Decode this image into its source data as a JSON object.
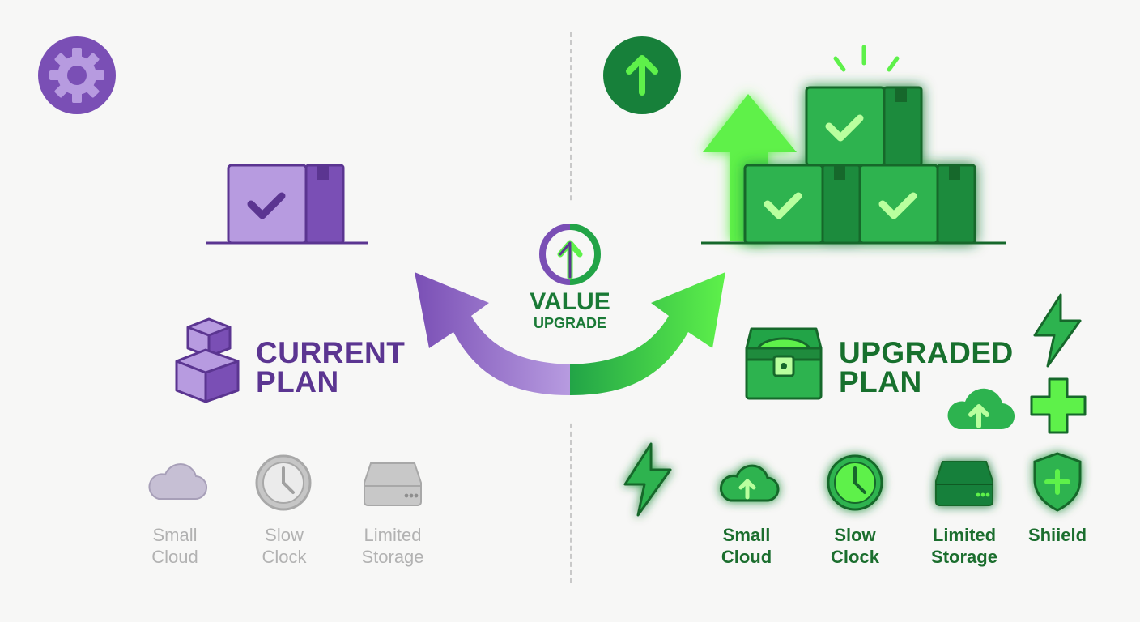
{
  "center": {
    "line1": "VALUE",
    "line2": "UPGRADE"
  },
  "current_plan": {
    "title_line1": "CURRENT",
    "title_line2": "PLAN",
    "features": [
      {
        "label_line1": "Small",
        "label_line2": "Cloud",
        "icon": "cloud-icon"
      },
      {
        "label_line1": "Slow",
        "label_line2": "Clock",
        "icon": "clock-icon"
      },
      {
        "label_line1": "Limited",
        "label_line2": "Storage",
        "icon": "storage-drive-icon"
      }
    ]
  },
  "upgraded_plan": {
    "title_line1": "UPGRADED",
    "title_line2": "PLAN",
    "features": [
      {
        "label_line1": "Small",
        "label_line2": "Cloud",
        "icon": "cloud-upload-icon"
      },
      {
        "label_line1": "Slow",
        "label_line2": "Clock",
        "icon": "clock-icon"
      },
      {
        "label_line1": "Limited",
        "label_line2": "Storage",
        "icon": "storage-drive-icon"
      },
      {
        "label_line1": "Shiield",
        "label_line2": "",
        "icon": "shield-plus-icon"
      }
    ]
  },
  "colors": {
    "purple_dark": "#5b3591",
    "purple_mid": "#7a4fb5",
    "purple_light": "#b79be0",
    "green_dark": "#17702d",
    "green_mid": "#22a447",
    "green_bright": "#5ef14a",
    "gray": "#b2b2b2"
  }
}
